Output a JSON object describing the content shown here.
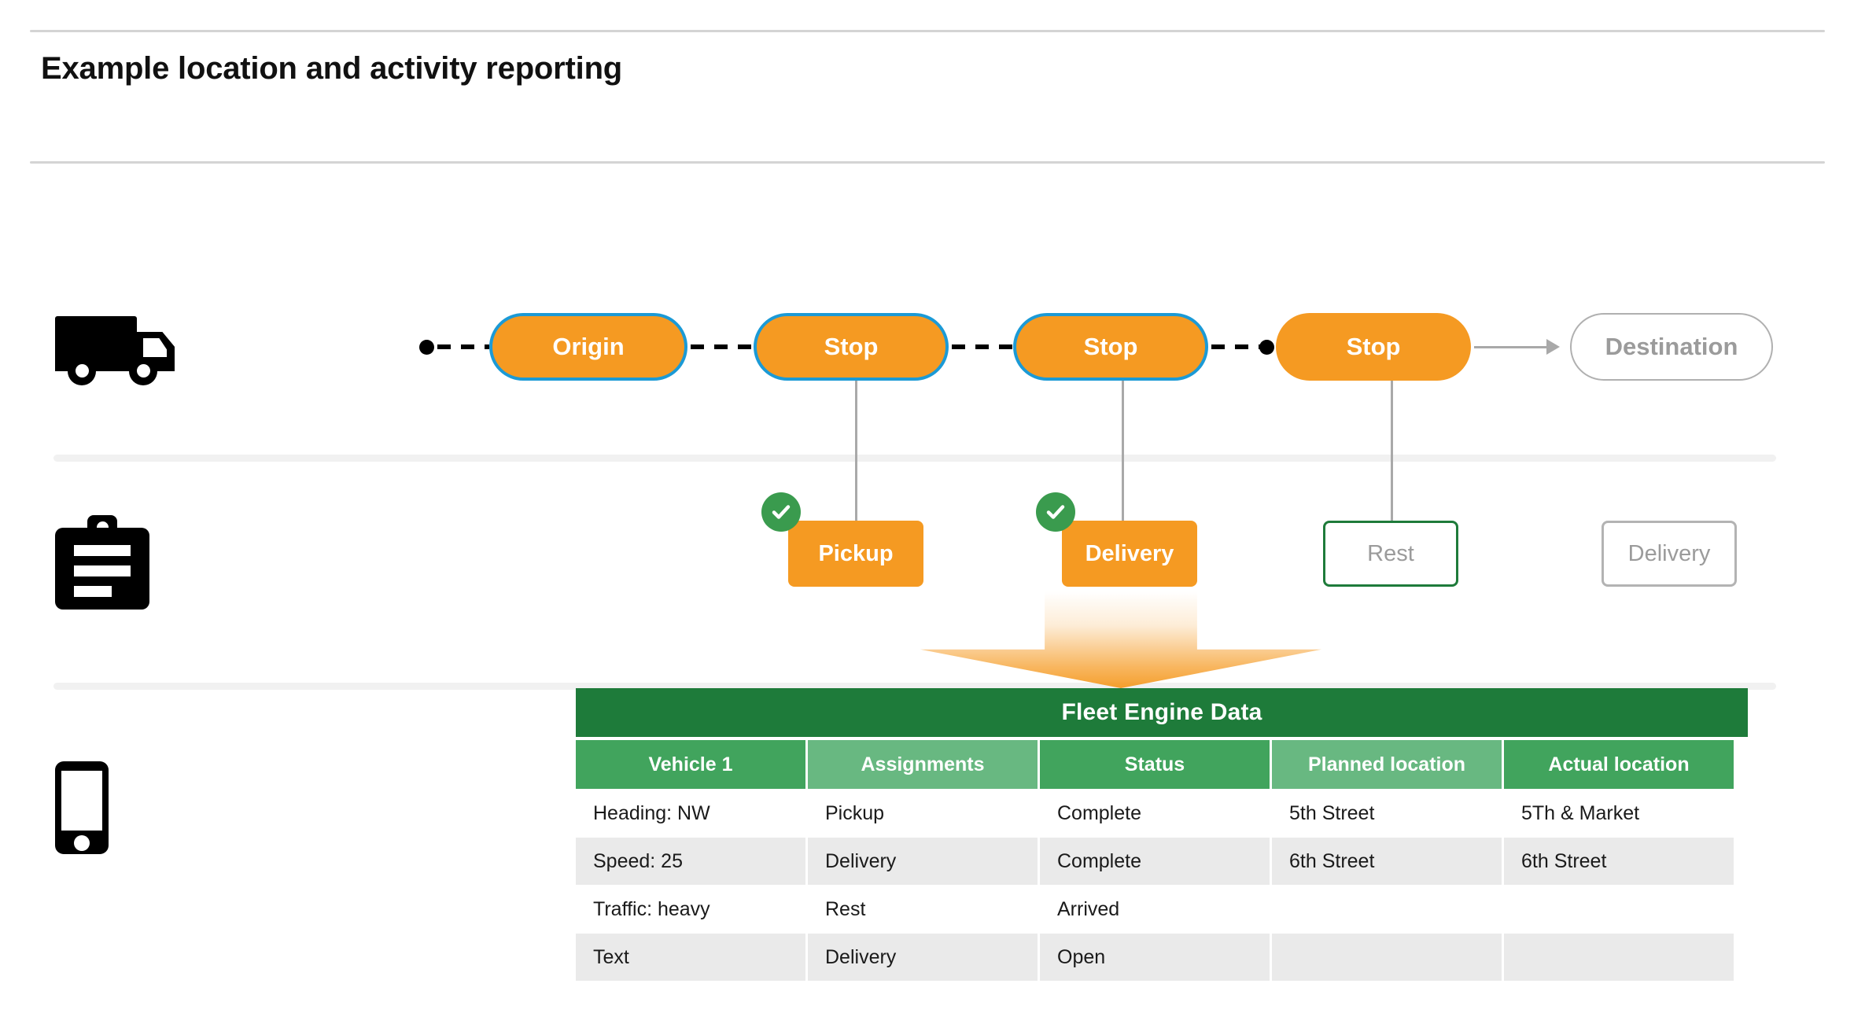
{
  "page": {
    "title": "Example location and activity reporting"
  },
  "rails": [
    {
      "icon": "truck-icon",
      "name": "vehicle-rail"
    },
    {
      "icon": "clipboard-icon",
      "name": "activity-rail"
    },
    {
      "icon": "phone-icon",
      "name": "device-rail"
    }
  ],
  "route": {
    "nodes": [
      {
        "label": "Origin",
        "style": "filled-bordered"
      },
      {
        "label": "Stop",
        "style": "filled-bordered"
      },
      {
        "label": "Stop",
        "style": "filled-bordered"
      },
      {
        "label": "Stop",
        "style": "filled"
      },
      {
        "label": "Destination",
        "style": "outline"
      }
    ]
  },
  "activities": [
    {
      "label": "Pickup",
      "state": "complete",
      "checked": true
    },
    {
      "label": "Delivery",
      "state": "complete",
      "checked": true
    },
    {
      "label": "Rest",
      "state": "arrived",
      "checked": false
    },
    {
      "label": "Delivery",
      "state": "open",
      "checked": false
    }
  ],
  "table": {
    "title": "Fleet Engine Data",
    "headers": [
      "Vehicle 1",
      "Assignments",
      "Status",
      "Planned location",
      "Actual location"
    ],
    "rows": [
      [
        "Heading: NW",
        "Pickup",
        "Complete",
        "5th Street",
        "5Th & Market"
      ],
      [
        "Speed: 25",
        "Delivery",
        "Complete",
        "6th Street",
        "6th Street"
      ],
      [
        "Traffic: heavy",
        "Rest",
        "Arrived",
        "",
        ""
      ],
      [
        "Text",
        "Delivery",
        "Open",
        "",
        ""
      ]
    ]
  },
  "colors": {
    "orange": "#F59A22",
    "blue_border": "#1B9AD6",
    "green_dark": "#1E7B3A",
    "green_header": "#41A45D",
    "green_header_alt": "#68B881",
    "check_green": "#3A9B4E",
    "gray_text": "#9b9b9b",
    "row_stripe": "#eaeaea"
  }
}
